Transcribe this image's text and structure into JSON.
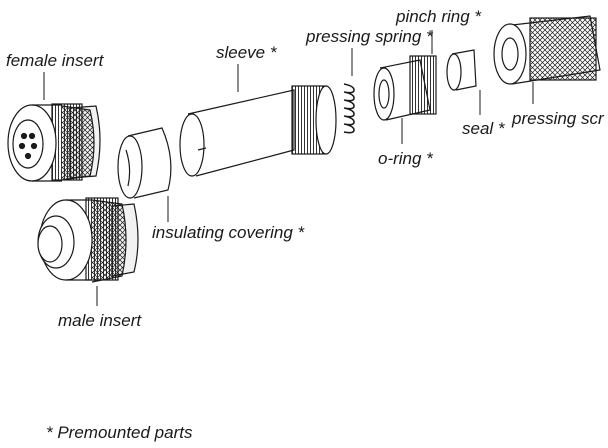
{
  "labels": {
    "female_insert": "female insert",
    "sleeve": "sleeve *",
    "pressing_spring": "pressing spring *",
    "pinch_ring": "pinch ring *",
    "seal": "seal *",
    "pressing_screw": "pressing scr",
    "o_ring": "o-ring *",
    "insulating_covering": "insulating covering *",
    "male_insert": "male insert"
  },
  "footnote": "* Premounted parts",
  "colors": {
    "line": "#1a1a1a",
    "fill": "#ffffff",
    "shade": "#e6e6e6"
  }
}
